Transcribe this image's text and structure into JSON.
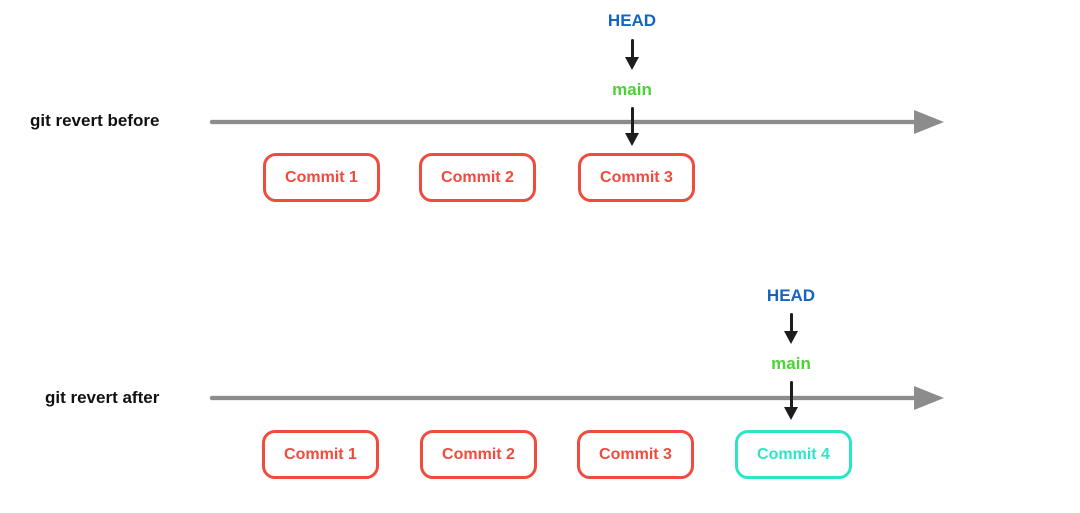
{
  "colors": {
    "head_ref": "#1565c0",
    "branch": "#4cd137",
    "commit_border": "#ef4b3e",
    "commit_new": "#2ee4c6",
    "timeline": "#8c8c8c",
    "arrow": "#1d1d1d",
    "label_text": "#111111"
  },
  "sections": [
    {
      "label": "git revert before",
      "head_label": "HEAD",
      "branch_label": "main",
      "commits": [
        {
          "label": "Commit 1"
        },
        {
          "label": "Commit 2"
        },
        {
          "label": "Commit 3"
        }
      ],
      "pointed_commit": "Commit 3"
    },
    {
      "label": "git revert after",
      "head_label": "HEAD",
      "branch_label": "main",
      "commits": [
        {
          "label": "Commit 1"
        },
        {
          "label": "Commit 2"
        },
        {
          "label": "Commit 3"
        },
        {
          "label": "Commit 4"
        }
      ],
      "pointed_commit": "Commit 4"
    }
  ]
}
